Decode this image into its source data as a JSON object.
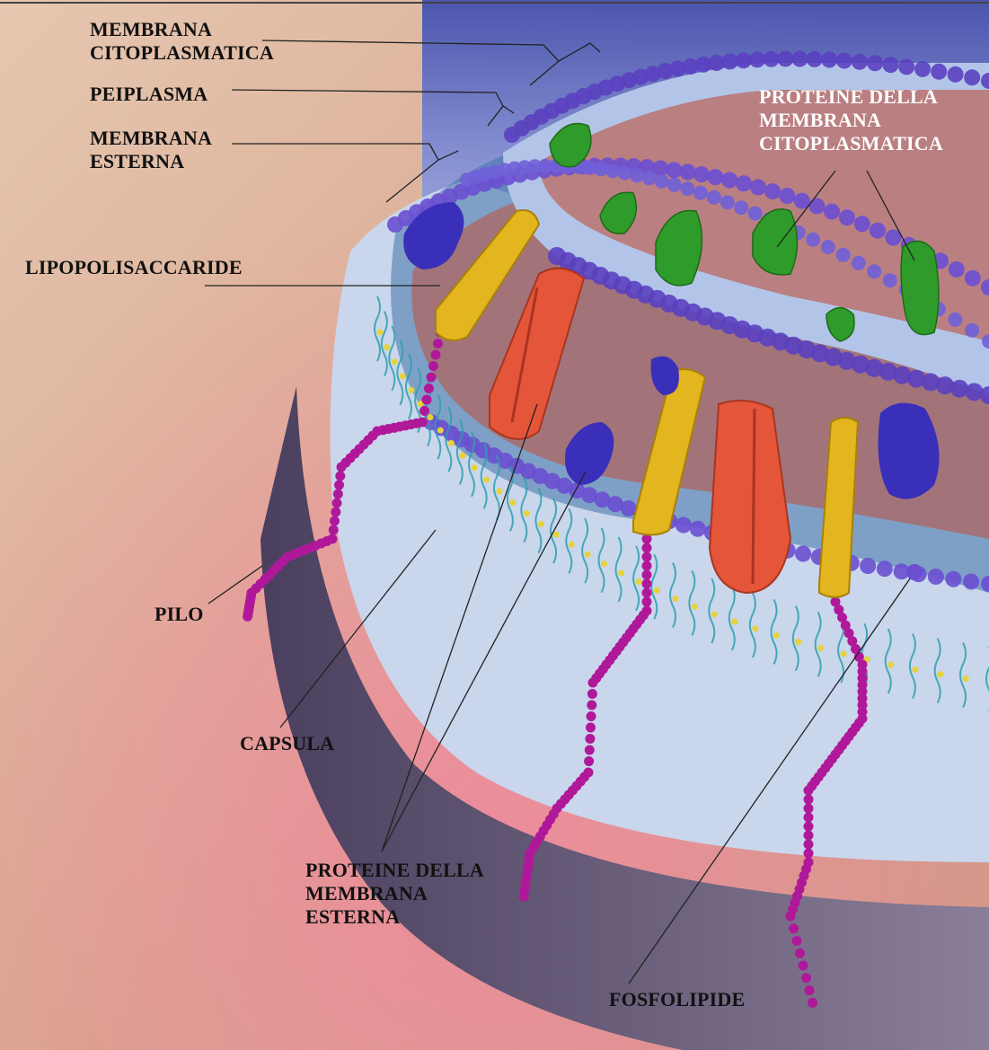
{
  "labels": {
    "membrana_citoplasmatica": "MEMBRANA\nCITOPLASMATICA",
    "periplasma": "PEIPLASMA",
    "membrana_esterna": "MEMBRANA\nESTERNA",
    "lipopolisaccaride": "LIPOPOLISACCARIDE",
    "pilo": "PILO",
    "capsula": "CAPSULA",
    "proteine_membrana_esterna": "PROTEINE DELLA\nMEMBRANA\nESTERNA",
    "fosfolipide": "FOSFOLIPIDE",
    "proteine_membrana_citoplasmatica": "PROTEINE DELLA\nMEMBRANA\nCITOPLASMATICA"
  },
  "colors": {
    "capsule": "#6b5a7e",
    "outer_heads": "#6a4fd0",
    "lps": "#2d9fae",
    "porin": "#e4553a",
    "yellow_protein": "#e3b51e",
    "blue_protein": "#3a2fb8",
    "green_protein": "#2f9b2a",
    "pilus": "#b0189a",
    "lipid_tails": "#c0503c"
  }
}
